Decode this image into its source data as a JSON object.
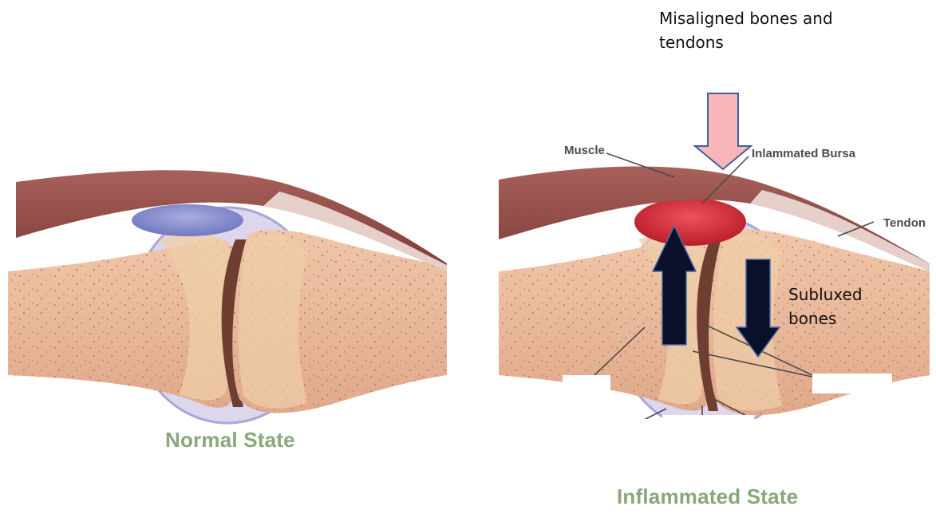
{
  "callouts": {
    "misaligned": "Misaligned bones and tendons",
    "subluxed": "Subluxed bones"
  },
  "labels": {
    "muscle": "Muscle",
    "bursa": "Inlammated Bursa",
    "tendon": "Tendon"
  },
  "captions": {
    "normal": "Normal State",
    "inflamed": "Inflammated State"
  },
  "colors": {
    "bone": "#e7b596",
    "bone_head": "#efcfaa",
    "muscle": "#8e4b45",
    "tendon": "#dcc3c0",
    "bursa_normal": "#8c92cd",
    "bursa_inflamed": "#d5323d",
    "arrow_down_fill": "#f9b6b9",
    "arrow_down_stroke": "#3f5fa0",
    "arrow_dark_fill": "#0a0f2a",
    "caption": "#8aa67a"
  }
}
